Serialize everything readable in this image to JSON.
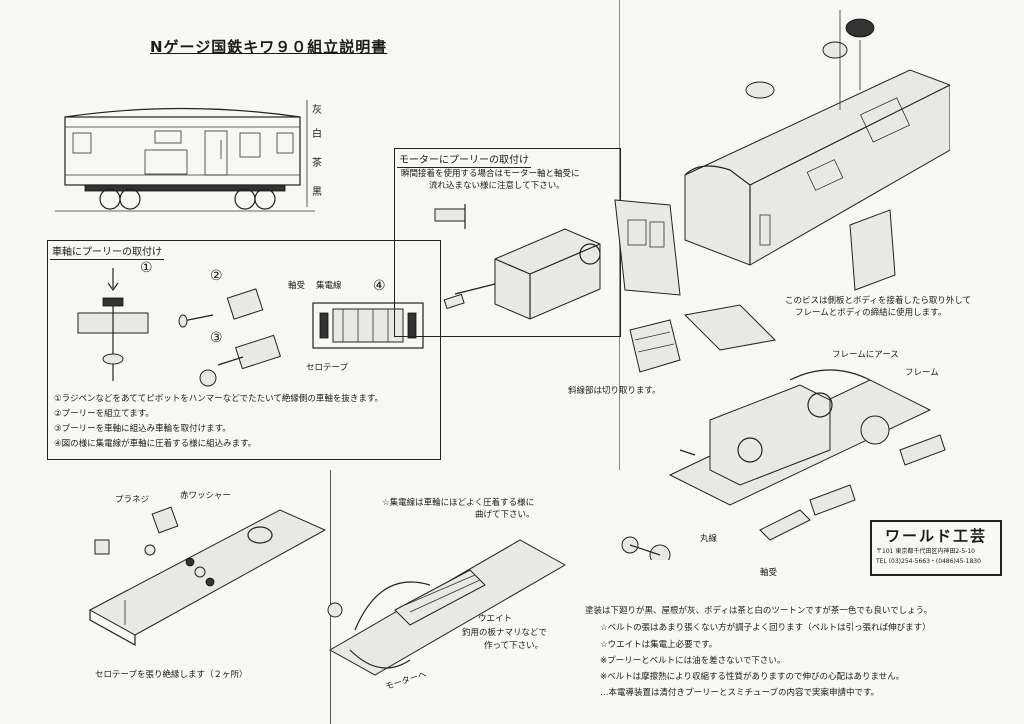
{
  "title": "Nゲージ国鉄キワ９０組立説明書",
  "side_view": {
    "color_labels": [
      "灰",
      "白",
      "茶",
      "黒"
    ]
  },
  "axle_pulley": {
    "header": "車軸にプーリーの取付け",
    "step_numbers": [
      "①",
      "②",
      "③",
      "④"
    ],
    "labels": {
      "bearing": "軸受",
      "collector": "集電線",
      "cello_tape": "セロテープ"
    },
    "steps": [
      "①ラジペンなどをあててピボットをハンマーなどでたたいて絶縁側の車軸を抜きます。",
      "②プーリーを組立てます。",
      "③プーリーを車軸に組込み車輪を取付けます。",
      "④図の様に集電線が車軸に圧着する様に組込みます。"
    ]
  },
  "motor_pulley": {
    "header": "モーターにプーリーの取付け",
    "note_line1": "瞬間接着を使用する場合はモーター軸と軸受に",
    "note_line2": "流れ込まない様に注意して下さい。"
  },
  "body_note": {
    "line1": "このビスは側板とボディを接着したら取り外して",
    "line2": "フレームとボディの締結に使用します。"
  },
  "cut_note": "斜線部は切り取ります。",
  "frame_labels": {
    "frame_ground": "フレームにアース",
    "frame": "フレーム",
    "round_wire": "丸線",
    "bearing": "軸受"
  },
  "left_frame": {
    "pla_screw": "プラネジ",
    "red_washer": "赤ワッシャー",
    "insulate_note": "セロテープを張り絶縁します（２ヶ所）"
  },
  "mid_frame": {
    "collector_note_line1": "☆集電線は車輪にほどよく圧着する様に",
    "collector_note_line2": "曲げて下さい。",
    "weight_label": "ウエイト",
    "weight_note_line1": "釣用の板ナマリなどで",
    "weight_note_line2": "作って下さい。",
    "motor_label": "モーターへ"
  },
  "logo": {
    "name": "ワールド工芸",
    "address_line1": "〒101 東京都千代田区内神田2-5-10",
    "address_line2": "TEL (03)254-5663・(0486)45-1830"
  },
  "bottom_notes": [
    "塗装は下廻りが黒、屋根が灰、ボディは茶と白のツートンですが茶一色でも良いでしょう。",
    "☆ベルトの張はあまり張くない方が調子よく回ります（ベルトは引っ張れば伸びます）",
    "☆ウエイトは集電上必要です。",
    "※プーリーとベルトには油を差さないで下さい。",
    "※ベルトは摩擦熱により収縮する性質がありますので伸びの心配はありません。",
    "…本電導装置は清付きプーリーとスミチューブの内容で実案申請中です。"
  ]
}
